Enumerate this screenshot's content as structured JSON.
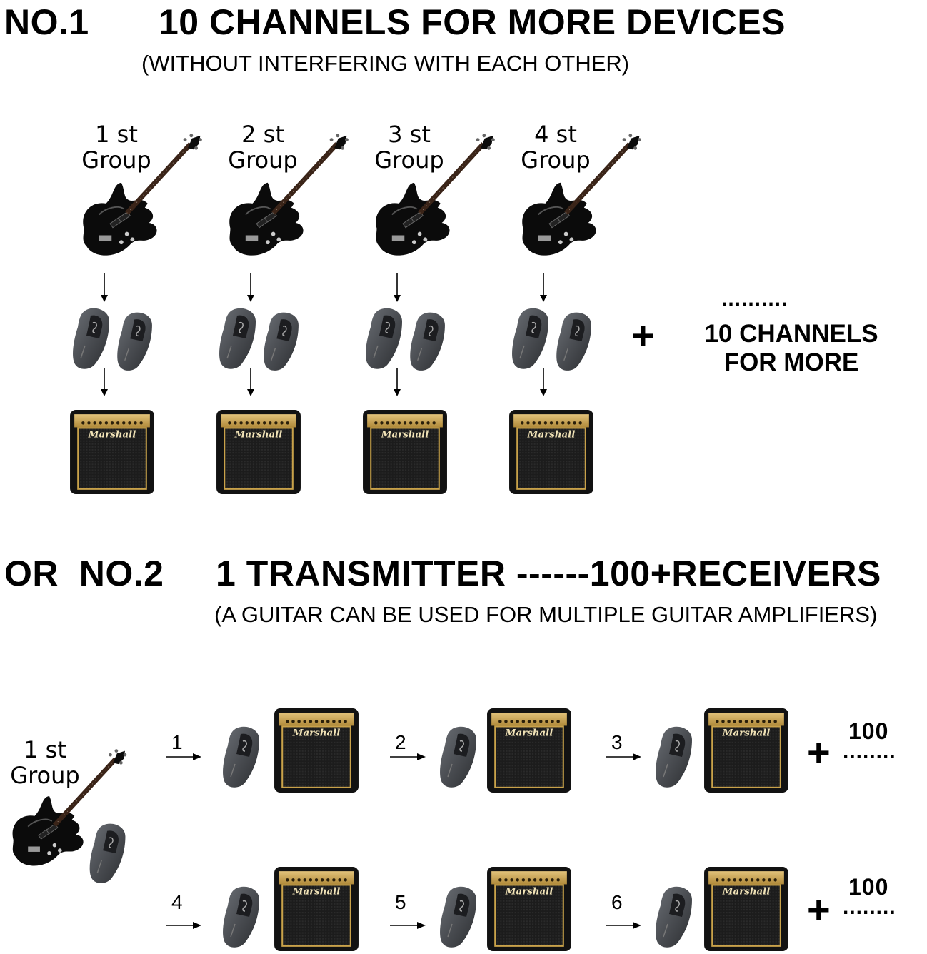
{
  "section1": {
    "label": "NO.1",
    "title": "10 CHANNELS FOR MORE DEVICES",
    "subtitle": "(WITHOUT INTERFERING WITH EACH OTHER)",
    "groups": [
      {
        "line1": "1 st",
        "line2": "Group"
      },
      {
        "line1": "2 st",
        "line2": "Group"
      },
      {
        "line1": "3 st",
        "line2": "Group"
      },
      {
        "line1": "4 st",
        "line2": "Group"
      }
    ],
    "plus": "+",
    "more_dots": "..........",
    "more_line1": "10 CHANNELS",
    "more_line2": "FOR MORE"
  },
  "section2": {
    "label": "OR  NO.2",
    "title": "1 TRANSMITTER ------100+RECEIVERS",
    "subtitle": "(A GUITAR CAN BE USED FOR MULTIPLE GUITAR AMPLIFIERS)",
    "group": {
      "line1": "1 st",
      "line2": "Group"
    },
    "steps": [
      "1",
      "2",
      "3",
      "4",
      "5",
      "6"
    ],
    "row_end": [
      {
        "plus": "+",
        "count": "100",
        "dots": "........"
      },
      {
        "plus": "+",
        "count": "100",
        "dots": "........"
      }
    ]
  },
  "amp_brand": "Marshall",
  "icons": {
    "guitar": "bass-guitar-icon",
    "device": "wireless-transmitter-icon",
    "amp": "guitar-amplifier-icon",
    "arrow": "down-arrow-icon"
  },
  "colors": {
    "text": "#000000",
    "background": "#ffffff",
    "amp_gold": "#c9a24a",
    "device_gray": "#4a4d52"
  }
}
